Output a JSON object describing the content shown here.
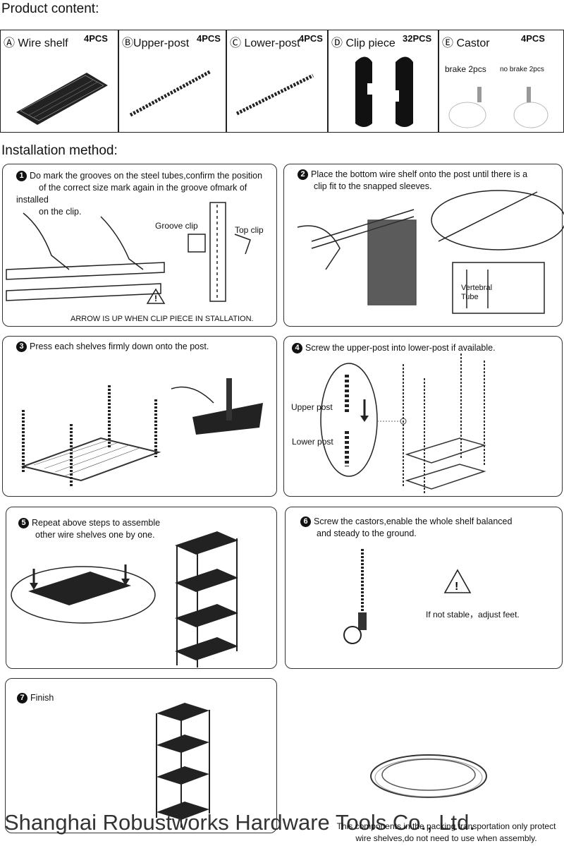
{
  "headings": {
    "product_content": "Product content:",
    "installation_method": "Installation method:"
  },
  "products": [
    {
      "letter": "Ⓐ",
      "name": "Wire shelf",
      "qty": "4PCS"
    },
    {
      "letter": "Ⓑ",
      "name": "Upper-post",
      "qty": "4PCS"
    },
    {
      "letter": "Ⓒ",
      "name": "Lower-post",
      "qty": "4PCS"
    },
    {
      "letter": "Ⓓ",
      "name": "Clip piece",
      "qty": "32PCS"
    },
    {
      "letter": "Ⓔ",
      "name": "Castor",
      "qty": "4PCS",
      "sub1": "brake 2pcs",
      "sub2": "no brake 2pcs"
    }
  ],
  "steps": [
    {
      "n": "1",
      "l1": "Do mark the grooves on the steel tubes,confirm the position",
      "l2": "of the correct size mark again in the groove ofmark of installed",
      "l3": "on the clip.",
      "groove": "Groove clip",
      "top": "Top clip",
      "warn": "ARROW IS UP WHEN CLIP PIECE IN STALLATION."
    },
    {
      "n": "2",
      "l1": "Place the bottom wire shelf onto the post until there is a",
      "l2": "clip fit to the snapped sleeves.",
      "vert1": "Vertebral",
      "vert2": "Tube"
    },
    {
      "n": "3",
      "l1": "Press each shelves firmly down onto the post."
    },
    {
      "n": "4",
      "l1": "Screw the upper-post into lower-post if available.",
      "upper": "Upper post",
      "lower": "Lower post"
    },
    {
      "n": "5",
      "l1": "Repeat above steps to assemble",
      "l2": "other wire shelves one by one."
    },
    {
      "n": "6",
      "l1": "Screw the castors,enable the whole shelf balanced",
      "l2": "and steady to the ground.",
      "note": "If not stable，adjust feet."
    },
    {
      "n": "7",
      "l1": "Finish"
    }
  ],
  "footer": {
    "company": "Shanghai Robustworks Hardware Tools Co., Ltd.",
    "note1": "This components in the packing transportation only protect",
    "note2": "wire shelves,do not need to use when assembly."
  }
}
